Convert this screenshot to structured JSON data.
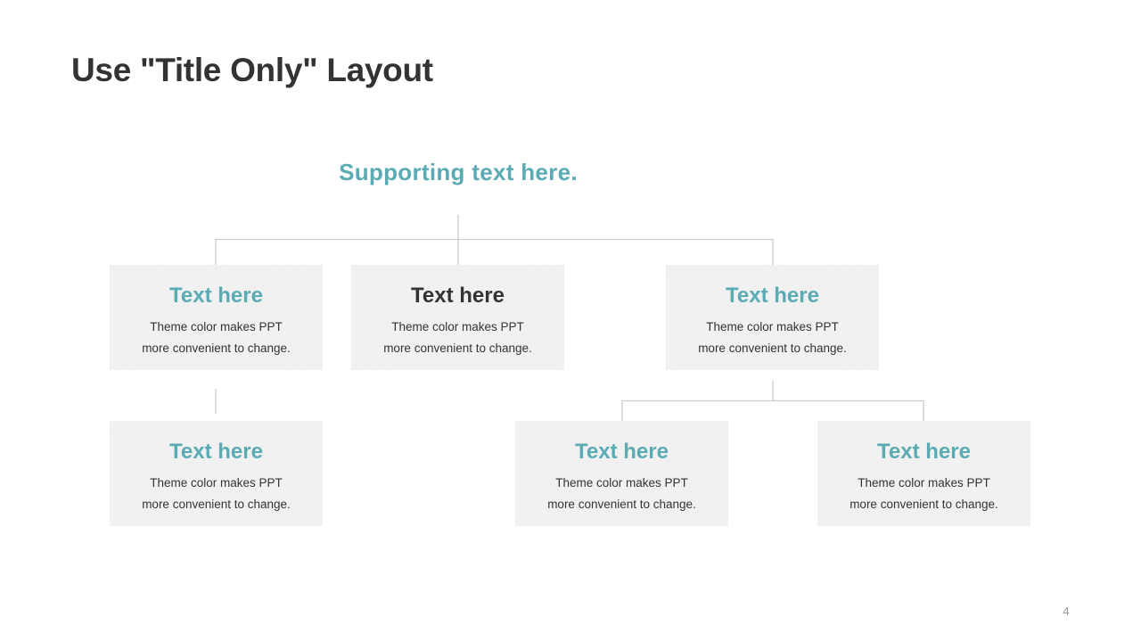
{
  "slide": {
    "title": "Use \"Title Only\" Layout",
    "page_number": "4"
  },
  "colors": {
    "accent": "#5aabb3",
    "dark_text": "#333333",
    "box_fill": "#efefef",
    "connector": "#cccccc"
  },
  "diagram": {
    "root": "Supporting text here.",
    "nodes": [
      {
        "title": "Text here",
        "line1": "Theme  color makes PPT",
        "line2": "more convenient to change.",
        "title_style": "accent"
      },
      {
        "title": "Text here",
        "line1": "Theme  color makes PPT",
        "line2": "more convenient to change.",
        "title_style": "dark"
      },
      {
        "title": "Text here",
        "line1": "Theme  color makes PPT",
        "line2": "more convenient to change.",
        "title_style": "accent"
      },
      {
        "title": "Text here",
        "line1": "Theme  color makes PPT",
        "line2": "more convenient to change.",
        "title_style": "accent"
      },
      {
        "title": "Text here",
        "line1": "Theme  color makes PPT",
        "line2": "more convenient to change.",
        "title_style": "accent"
      },
      {
        "title": "Text here",
        "line1": "Theme  color makes PPT",
        "line2": "more convenient to change.",
        "title_style": "accent"
      }
    ]
  }
}
